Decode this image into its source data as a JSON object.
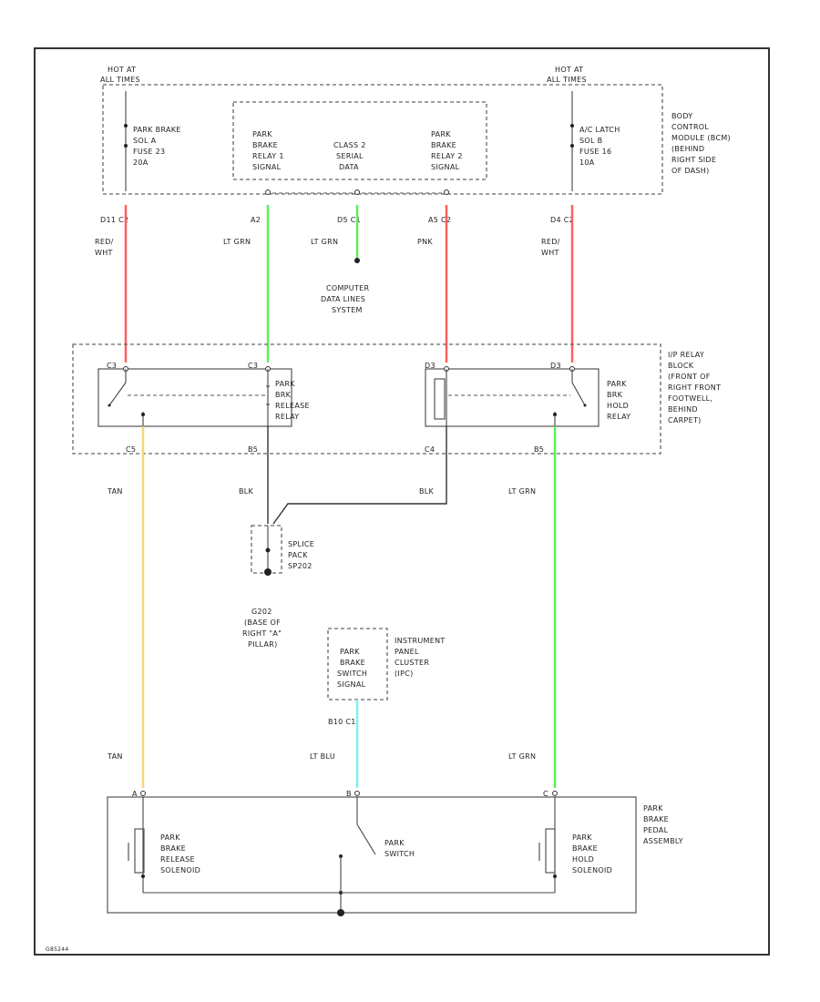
{
  "wire_colors": {
    "red": "#ff5f5f",
    "lt_grn": "#5cf05c",
    "pink": "#ff5f5f",
    "tan": "#f7d57a",
    "lt_blu": "#7ef0f0",
    "blk": "#333333"
  },
  "hot_left": {
    "line1": "HOT AT",
    "line2": "ALL TIMES"
  },
  "hot_right": {
    "line1": "HOT AT",
    "line2": "ALL TIMES"
  },
  "bcm_left_label": [
    "PARK BRAKE",
    "SOL A",
    "FUSE 23",
    "20A"
  ],
  "bcm_mid_relay1": [
    "PARK",
    "BRAKE",
    "RELAY 1",
    "SIGNAL"
  ],
  "bcm_mid_class2": [
    "CLASS 2",
    "SERIAL",
    "DATA"
  ],
  "bcm_mid_relay2": [
    "PARK",
    "BRAKE",
    "RELAY 2",
    "SIGNAL"
  ],
  "bcm_right_label": [
    "A/C LATCH",
    "SOL B",
    "FUSE 16",
    "10A"
  ],
  "bcm_name": [
    "BODY",
    "CONTROL",
    "MODULE (BCM)",
    "(BEHIND",
    "RIGHT SIDE",
    "OF DASH)"
  ],
  "pins_top": [
    "D11  C2",
    "A2",
    "D5  C1",
    "A5  C2",
    "D4  C2"
  ],
  "wire_labels_top": {
    "w1": [
      "RED/",
      "WHT"
    ],
    "w2": "LT GRN",
    "w3": "LT GRN",
    "w4": "PNK",
    "w5": [
      "RED/",
      "WHT"
    ]
  },
  "data_lines": [
    "COMPUTER",
    "DATA LINES",
    "SYSTEM"
  ],
  "relay_pins_top": [
    "C3",
    "C3",
    "D3",
    "D3"
  ],
  "release_relay": [
    "PARK",
    "BRK",
    "RELEASE",
    "RELAY"
  ],
  "hold_relay": [
    "PARK",
    "BRK",
    "HOLD",
    "RELAY"
  ],
  "relay_block": [
    "I/P RELAY",
    "BLOCK",
    "(FRONT OF",
    "RIGHT FRONT",
    "FOOTWELL,",
    "BEHIND",
    "CARPET)"
  ],
  "relay_pins_bottom": [
    "C5",
    "B5",
    "C4",
    "B5"
  ],
  "wire_labels_mid": {
    "tan": "TAN",
    "blk1": "BLK",
    "blk2": "BLK",
    "ltgrn": "LT GRN"
  },
  "splice": [
    "SPLICE",
    "PACK",
    "SP202"
  ],
  "ground": [
    "G202",
    "(BASE OF",
    "RIGHT \"A\"",
    "PILLAR)"
  ],
  "switch_signal": [
    "PARK",
    "BRAKE",
    "SWITCH",
    "SIGNAL"
  ],
  "ipc": [
    "INSTRUMENT",
    "PANEL",
    "CLUSTER",
    "(IPC)"
  ],
  "ipc_pin": "B10  C1",
  "wire_labels_bottom": {
    "tan": "TAN",
    "ltblu": "LT BLU",
    "ltgrn": "LT GRN"
  },
  "pedal_pins": [
    "A",
    "B",
    "C"
  ],
  "release_solenoid": [
    "PARK",
    "BRAKE",
    "RELEASE",
    "SOLENOID"
  ],
  "park_switch": [
    "PARK",
    "SWITCH"
  ],
  "hold_solenoid": [
    "PARK",
    "BRAKE",
    "HOLD",
    "SOLENOID"
  ],
  "pedal_assembly": [
    "PARK",
    "BRAKE",
    "PEDAL",
    "ASSEMBLY"
  ],
  "figure_id": "G85244"
}
